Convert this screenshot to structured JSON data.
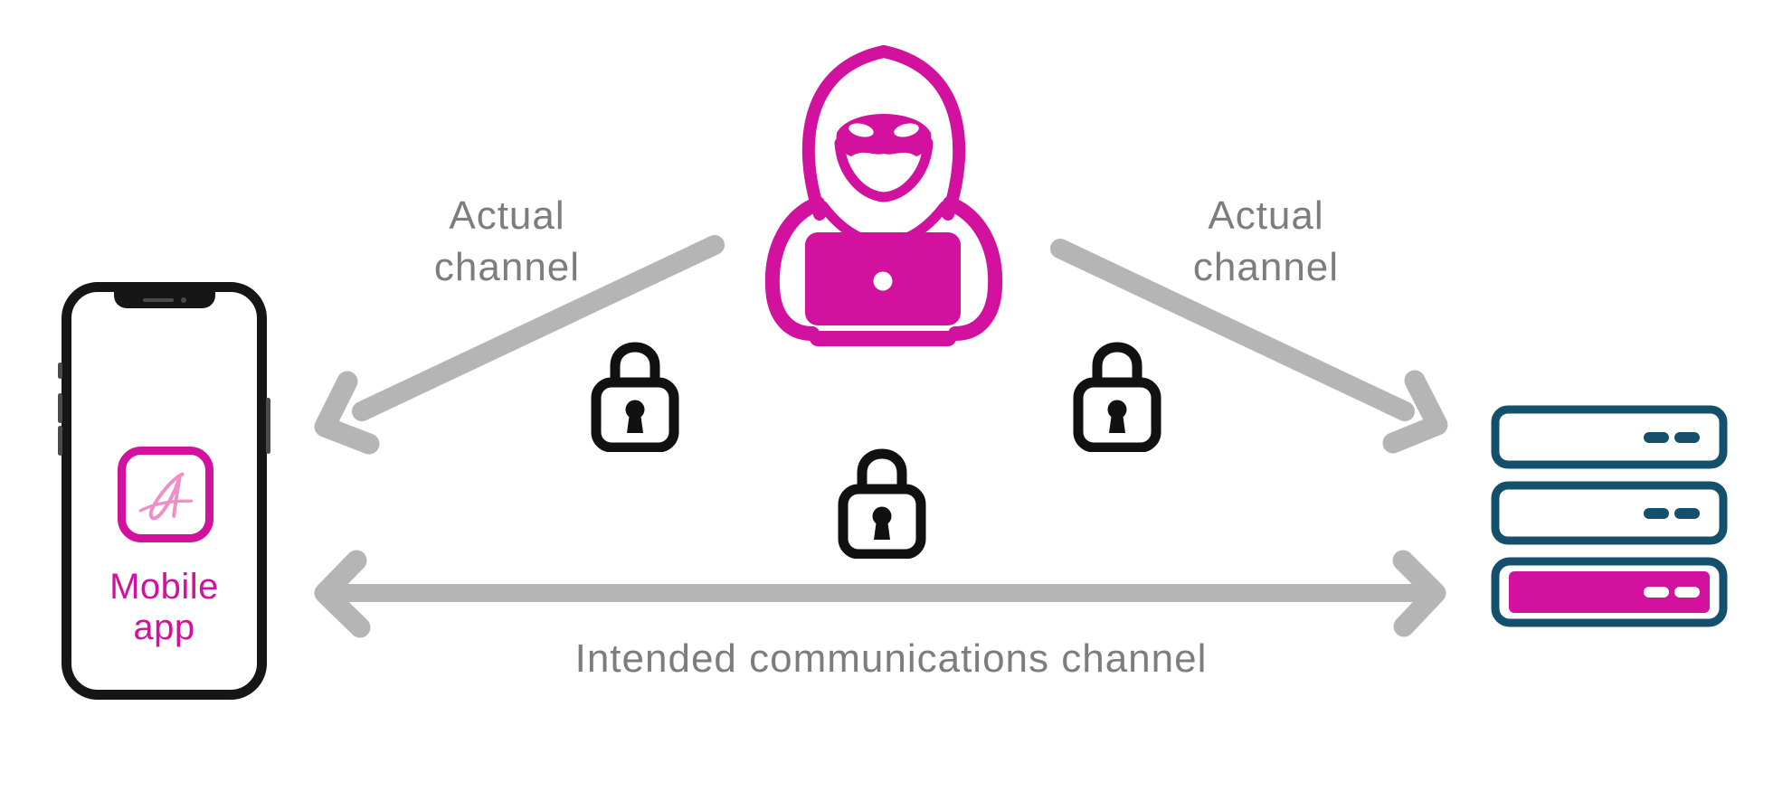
{
  "colors": {
    "magenta": "#d2119e",
    "pink": "#ee8fc7",
    "teal": "#14506b",
    "arrow_gray": "#b5b5b5",
    "text_gray": "#7d7d7d",
    "lock_black": "#111111",
    "phone_black": "#161616"
  },
  "nodes": {
    "mobile_app": {
      "label_line1": "Mobile",
      "label_line2": "app"
    },
    "hacker": {
      "icon": "hacker-with-laptop-icon"
    },
    "server": {
      "icon": "server-stack-icon"
    }
  },
  "channels": {
    "actual_left": {
      "label": "Actual channel"
    },
    "actual_right": {
      "label": "Actual channel"
    },
    "intended": {
      "label": "Intended communications channel"
    }
  },
  "icons": {
    "locks": [
      "padlock-icon-left",
      "padlock-icon-center",
      "padlock-icon-right"
    ],
    "app_logo": "script-a-logo-icon"
  }
}
